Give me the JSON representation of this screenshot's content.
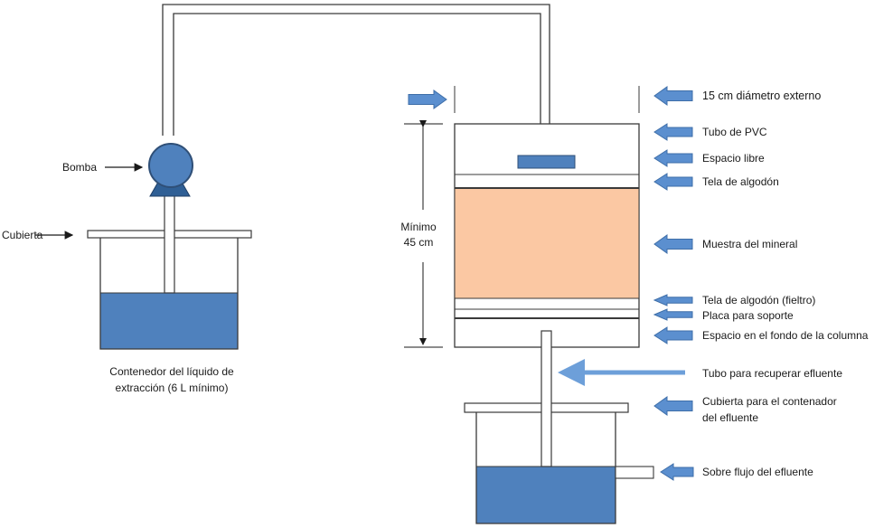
{
  "colors": {
    "liquid": "#4f81bd",
    "liquid_dark": "#2f4f77",
    "mineral": "#fbc8a3",
    "outline": "#3a3a3a",
    "arrow_fill": "#5b8fcf",
    "arrow_stroke": "#3e6ea8",
    "long_arrow": "#6d9fd9"
  },
  "icons": {
    "pump": "pump-icon",
    "arrow": "block-arrow-left-icon"
  },
  "labels": {
    "bomba": "Bomba",
    "cubierta": "Cubierta",
    "contenedor_line1": "Contenedor del líquido de",
    "contenedor_line2": "extracción (6 L mínimo)",
    "minimo_line1": "Mínimo",
    "minimo_line2": "45 cm",
    "diametro": "15 cm diámetro externo",
    "tubo_pvc": "Tubo de PVC",
    "espacio_libre": "Espacio libre",
    "tela_algodon": "Tela de algodón",
    "muestra": "Muestra del mineral",
    "tela_fieltro": "Tela de algodón (fieltro)",
    "placa": "Placa para soporte",
    "espacio_fondo": "Espacio en el fondo de la columna",
    "tubo_recuperar": "Tubo para recuperar efluente",
    "cubierta_efluente_line1": "Cubierta para el contenador",
    "cubierta_efluente_line2": "del efluente",
    "sobre_flujo": "Sobre flujo del efluente"
  }
}
